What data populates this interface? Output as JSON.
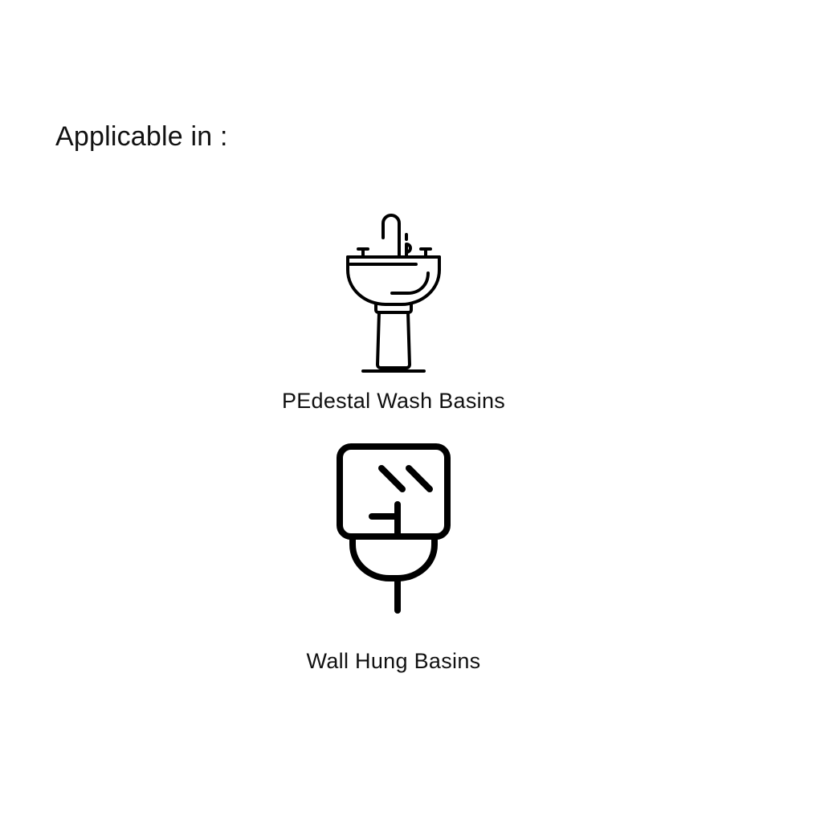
{
  "section": {
    "title": "Applicable in :"
  },
  "items": [
    {
      "label": "PEdestal Wash Basins",
      "icon": "pedestal-sink-icon"
    },
    {
      "label": "Wall Hung Basins",
      "icon": "wall-hung-basin-icon"
    }
  ],
  "colors": {
    "background": "#ffffff",
    "text": "#111111",
    "icon_stroke": "#000000"
  }
}
